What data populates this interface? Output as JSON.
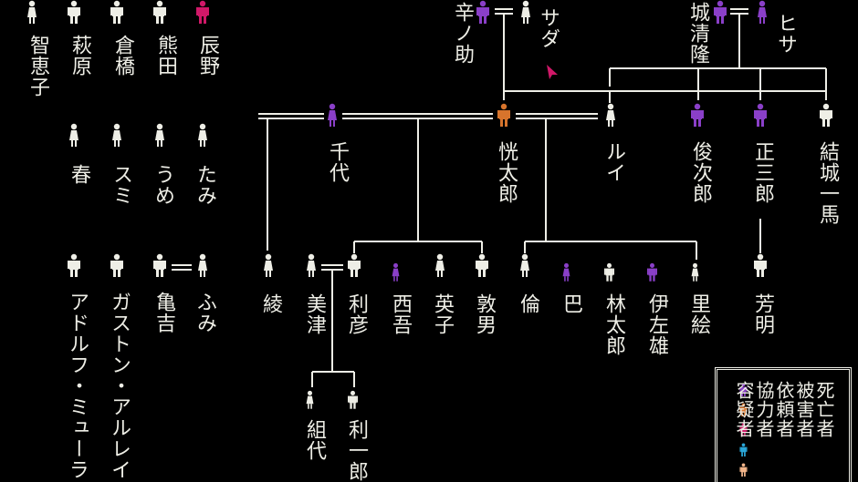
{
  "colors": {
    "white": "#eeeee6",
    "purple": "#8a3fc8",
    "orange": "#d7742c",
    "magenta": "#d01868",
    "cyan": "#2aa6d8",
    "peach": "#f2b58a"
  },
  "people": [
    {
      "id": "tomoeko",
      "name": "智恵子",
      "color": "white"
    },
    {
      "id": "hagiwara",
      "name": "萩原",
      "color": "white"
    },
    {
      "id": "kurahashi",
      "name": "倉橋",
      "color": "white"
    },
    {
      "id": "kumada",
      "name": "熊田",
      "color": "white"
    },
    {
      "id": "tatsuno",
      "name": "辰野",
      "color": "magenta"
    },
    {
      "id": "haru",
      "name": "春",
      "color": "white"
    },
    {
      "id": "sumi",
      "name": "スミ",
      "color": "white"
    },
    {
      "id": "ume",
      "name": "うめ",
      "color": "white"
    },
    {
      "id": "tami",
      "name": "たみ",
      "color": "white"
    },
    {
      "id": "adolf",
      "name": "アドルフ・ミューラ",
      "color": "white"
    },
    {
      "id": "gaston",
      "name": "ガストン・アルレイ",
      "color": "white"
    },
    {
      "id": "kamekichi",
      "name": "亀吉",
      "color": "white"
    },
    {
      "id": "fumi",
      "name": "ふみ",
      "color": "white"
    },
    {
      "id": "shinnosuke",
      "name": "辛ノ助",
      "color": "purple"
    },
    {
      "id": "sada",
      "name": "サダ",
      "color": "white"
    },
    {
      "id": "seiryu",
      "name": "城清隆",
      "color": "purple"
    },
    {
      "id": "hisa",
      "name": "ヒサ",
      "color": "purple"
    },
    {
      "id": "chiyo",
      "name": "千代",
      "color": "purple"
    },
    {
      "id": "kotaro",
      "name": "恍太郎",
      "color": "orange"
    },
    {
      "id": "rui",
      "name": "ルイ",
      "color": "white"
    },
    {
      "id": "shunjiro",
      "name": "俊次郎",
      "color": "purple"
    },
    {
      "id": "shozaburo",
      "name": "正三郎",
      "color": "purple"
    },
    {
      "id": "kazuma",
      "name": "結城一馬",
      "color": "white"
    },
    {
      "id": "aya",
      "name": "綾",
      "color": "white"
    },
    {
      "id": "mitsu",
      "name": "美津",
      "color": "white"
    },
    {
      "id": "toshihiko",
      "name": "利彦",
      "color": "white"
    },
    {
      "id": "saigo",
      "name": "西吾",
      "color": "purple"
    },
    {
      "id": "eiko",
      "name": "英子",
      "color": "white"
    },
    {
      "id": "atsuo",
      "name": "敦男",
      "color": "white"
    },
    {
      "id": "rin",
      "name": "倫",
      "color": "white"
    },
    {
      "id": "tomoe",
      "name": "巴",
      "color": "purple"
    },
    {
      "id": "rintaro",
      "name": "林太郎",
      "color": "white"
    },
    {
      "id": "isao",
      "name": "伊左雄",
      "color": "purple"
    },
    {
      "id": "rie",
      "name": "里絵",
      "color": "white"
    },
    {
      "id": "yoshiaki",
      "name": "芳明",
      "color": "white"
    },
    {
      "id": "kumiyo",
      "name": "組代",
      "color": "white"
    },
    {
      "id": "toshiichiro",
      "name": "利一郎",
      "color": "white"
    }
  ],
  "legend": [
    {
      "label": "死亡者",
      "color": "purple"
    },
    {
      "label": "被害者",
      "color": "orange"
    },
    {
      "label": "依頼者",
      "color": "magenta"
    },
    {
      "label": "協力者",
      "color": "cyan"
    },
    {
      "label": "容疑者",
      "color": "peach"
    }
  ]
}
